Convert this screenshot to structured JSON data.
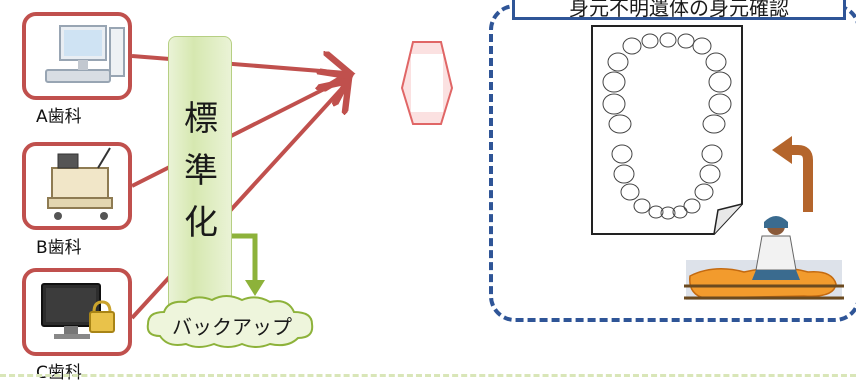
{
  "clinics": [
    {
      "label": "A歯科",
      "icon": "desktop-computer-icon"
    },
    {
      "label": "B歯科",
      "icon": "dental-device-icon"
    },
    {
      "label": "C歯科",
      "icon": "locked-monitor-icon"
    }
  ],
  "standardization": {
    "chars": [
      "標",
      "準",
      "化"
    ]
  },
  "backup": {
    "label": "バックアップ"
  },
  "identification": {
    "title": "身元不明遺体の身元確認"
  },
  "colors": {
    "clinic_border": "#c0504d",
    "arrow_red": "#c0504d",
    "standard_green": "#d6e8b0",
    "backup_arrow": "#8db23a",
    "frame_blue": "#2f5597",
    "person_arrow": "#b4652c"
  }
}
